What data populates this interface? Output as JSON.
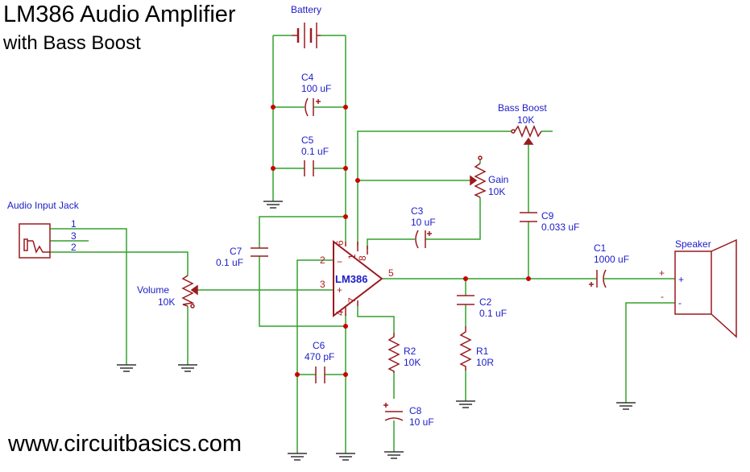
{
  "title": {
    "line1": "LM386 Audio Amplifier",
    "line2": "with Bass Boost"
  },
  "footer": "www.circuitbasics.com",
  "colors": {
    "wire": "#33a02c",
    "component": "#9a1a1e",
    "label": "#1c1cc8",
    "node": "#cc0000"
  },
  "icon_names": [
    "battery-icon",
    "capacitor-icon",
    "polarized-capacitor-icon",
    "resistor-icon",
    "potentiometer-icon",
    "op-amp-icon",
    "speaker-icon",
    "audio-jack-icon",
    "ground-icon"
  ],
  "components": {
    "battery": {
      "name": "Battery"
    },
    "c4": {
      "ref": "C4",
      "value": "100 uF"
    },
    "c5": {
      "ref": "C5",
      "value": "0.1 uF"
    },
    "c7": {
      "ref": "C7",
      "value": "0.1 uF"
    },
    "c3": {
      "ref": "C3",
      "value": "10 uF"
    },
    "c9": {
      "ref": "C9",
      "value": "0.033 uF"
    },
    "c1": {
      "ref": "C1",
      "value": "1000 uF"
    },
    "c2": {
      "ref": "C2",
      "value": "0.1 uF"
    },
    "c6": {
      "ref": "C6",
      "value": "470 pF"
    },
    "c8": {
      "ref": "C8",
      "value": "10 uF"
    },
    "r1": {
      "ref": "R1",
      "value": "10R"
    },
    "r2": {
      "ref": "R2",
      "value": "10K"
    },
    "bass_boost": {
      "name": "Bass Boost",
      "value": "10K"
    },
    "gain": {
      "name": "Gain",
      "value": "10K"
    },
    "volume": {
      "name": "Volume",
      "value": "10K"
    },
    "ic": {
      "name": "LM386",
      "pins": [
        "2",
        "3",
        "6",
        "1",
        "8",
        "5",
        "4",
        "7"
      ],
      "minus": "−",
      "plus": "+"
    },
    "jack": {
      "name": "Audio Input Jack",
      "pins": [
        "1",
        "3",
        "2"
      ]
    },
    "speaker": {
      "name": "Speaker",
      "plus": "+",
      "minus": "-"
    }
  }
}
